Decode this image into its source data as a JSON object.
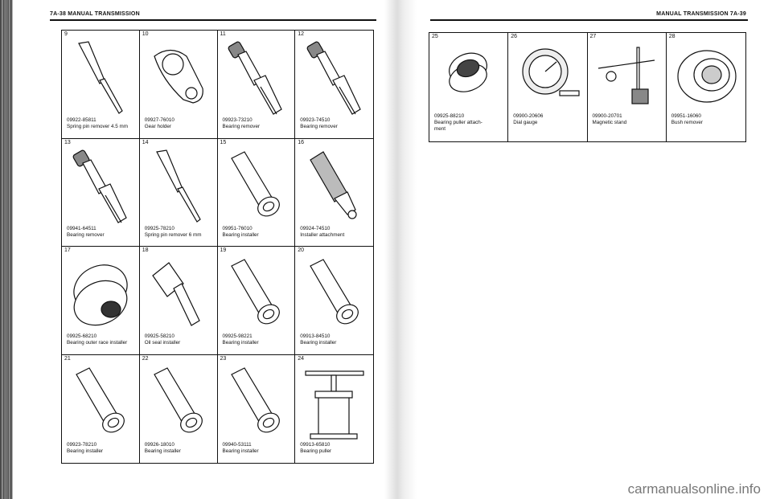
{
  "left_header": "7A-38 MANUAL TRANSMISSION",
  "right_header": "MANUAL TRANSMISSION 7A-39",
  "left_tools": [
    {
      "n": "9",
      "part": "09922-85811",
      "desc": "Spring pin remover 4.5 mm",
      "icon": "pin-remover-icon"
    },
    {
      "n": "10",
      "part": "09927-76010",
      "desc": "Gear holder",
      "icon": "gear-holder-icon"
    },
    {
      "n": "11",
      "part": "09923-73210",
      "desc": "Bearing remover",
      "icon": "bearing-remover-icon"
    },
    {
      "n": "12",
      "part": "09923-74510",
      "desc": "Bearing remover",
      "icon": "bearing-remover-icon"
    },
    {
      "n": "13",
      "part": "09941-64511",
      "desc": "Bearing remover",
      "icon": "bearing-remover-icon"
    },
    {
      "n": "14",
      "part": "09925-78210",
      "desc": "Spring pin remover 6 mm",
      "icon": "pin-remover-icon"
    },
    {
      "n": "15",
      "part": "09951-76010",
      "desc": "Bearing installer",
      "icon": "bearing-installer-icon"
    },
    {
      "n": "16",
      "part": "09924-74510",
      "desc": "Installer attachment",
      "icon": "installer-attachment-icon"
    },
    {
      "n": "17",
      "part": "09925-68210",
      "desc": "Bearing outer race installer",
      "icon": "race-installer-icon"
    },
    {
      "n": "18",
      "part": "09925-58210",
      "desc": "Oil seal installer",
      "icon": "oil-seal-installer-icon"
    },
    {
      "n": "19",
      "part": "09925-98221",
      "desc": "Bearing installer",
      "icon": "bearing-installer-icon"
    },
    {
      "n": "20",
      "part": "09913-84510",
      "desc": "Bearing installer",
      "icon": "bearing-installer-icon"
    },
    {
      "n": "21",
      "part": "09923-78210",
      "desc": "Bearing installer",
      "icon": "bearing-installer-icon"
    },
    {
      "n": "22",
      "part": "09926-18010",
      "desc": "Bearing installer",
      "icon": "bearing-installer-icon"
    },
    {
      "n": "23",
      "part": "09940-53111",
      "desc": "Bearing installer",
      "icon": "bearing-installer-icon"
    },
    {
      "n": "24",
      "part": "09913-65810",
      "desc": "Bearing puller",
      "icon": "bearing-puller-icon"
    }
  ],
  "right_tools": [
    {
      "n": "25",
      "part": "09925-88210",
      "desc": "Bearing puller attach-\nment",
      "icon": "puller-attachment-icon"
    },
    {
      "n": "26",
      "part": "09900-20606",
      "desc": "Dial gauge",
      "icon": "dial-gauge-icon"
    },
    {
      "n": "27",
      "part": "09900-20701",
      "desc": "Magnetic stand",
      "icon": "magnetic-stand-icon"
    },
    {
      "n": "28",
      "part": "09951-16060",
      "desc": "Bush remover",
      "icon": "bush-remover-icon"
    }
  ],
  "watermark": "carmanualsonline.info"
}
